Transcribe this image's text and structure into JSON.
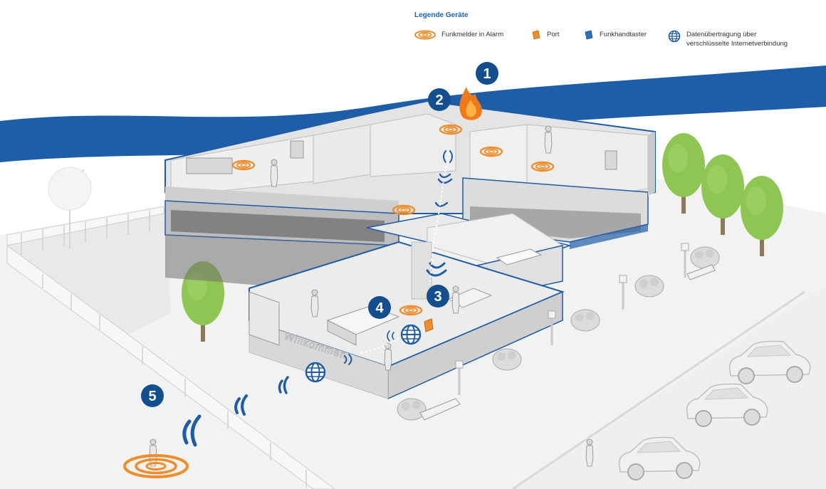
{
  "legend": {
    "title": "Legende Geräte",
    "items": [
      {
        "label": "Funkmelder in Alarm",
        "icon": "alarm-ring-icon"
      },
      {
        "label": "Port",
        "icon": "port-icon"
      },
      {
        "label": "Funkhandtaster",
        "icon": "hand-button-icon"
      },
      {
        "label": "Datenübertragung über\nverschlüsselte Internetverbindung",
        "icon": "globe-icon"
      }
    ]
  },
  "steps": [
    "1",
    "2",
    "3",
    "4",
    "5"
  ],
  "sign_text": "Willkommen",
  "colors": {
    "accent": "#1f5ca8",
    "badge": "#134e8f",
    "alarm": "#f08c2a",
    "river": "#1e5ea9",
    "tree": "#8bc34a",
    "floor": "#e6e6e6",
    "wall": "#d0d0d0"
  }
}
